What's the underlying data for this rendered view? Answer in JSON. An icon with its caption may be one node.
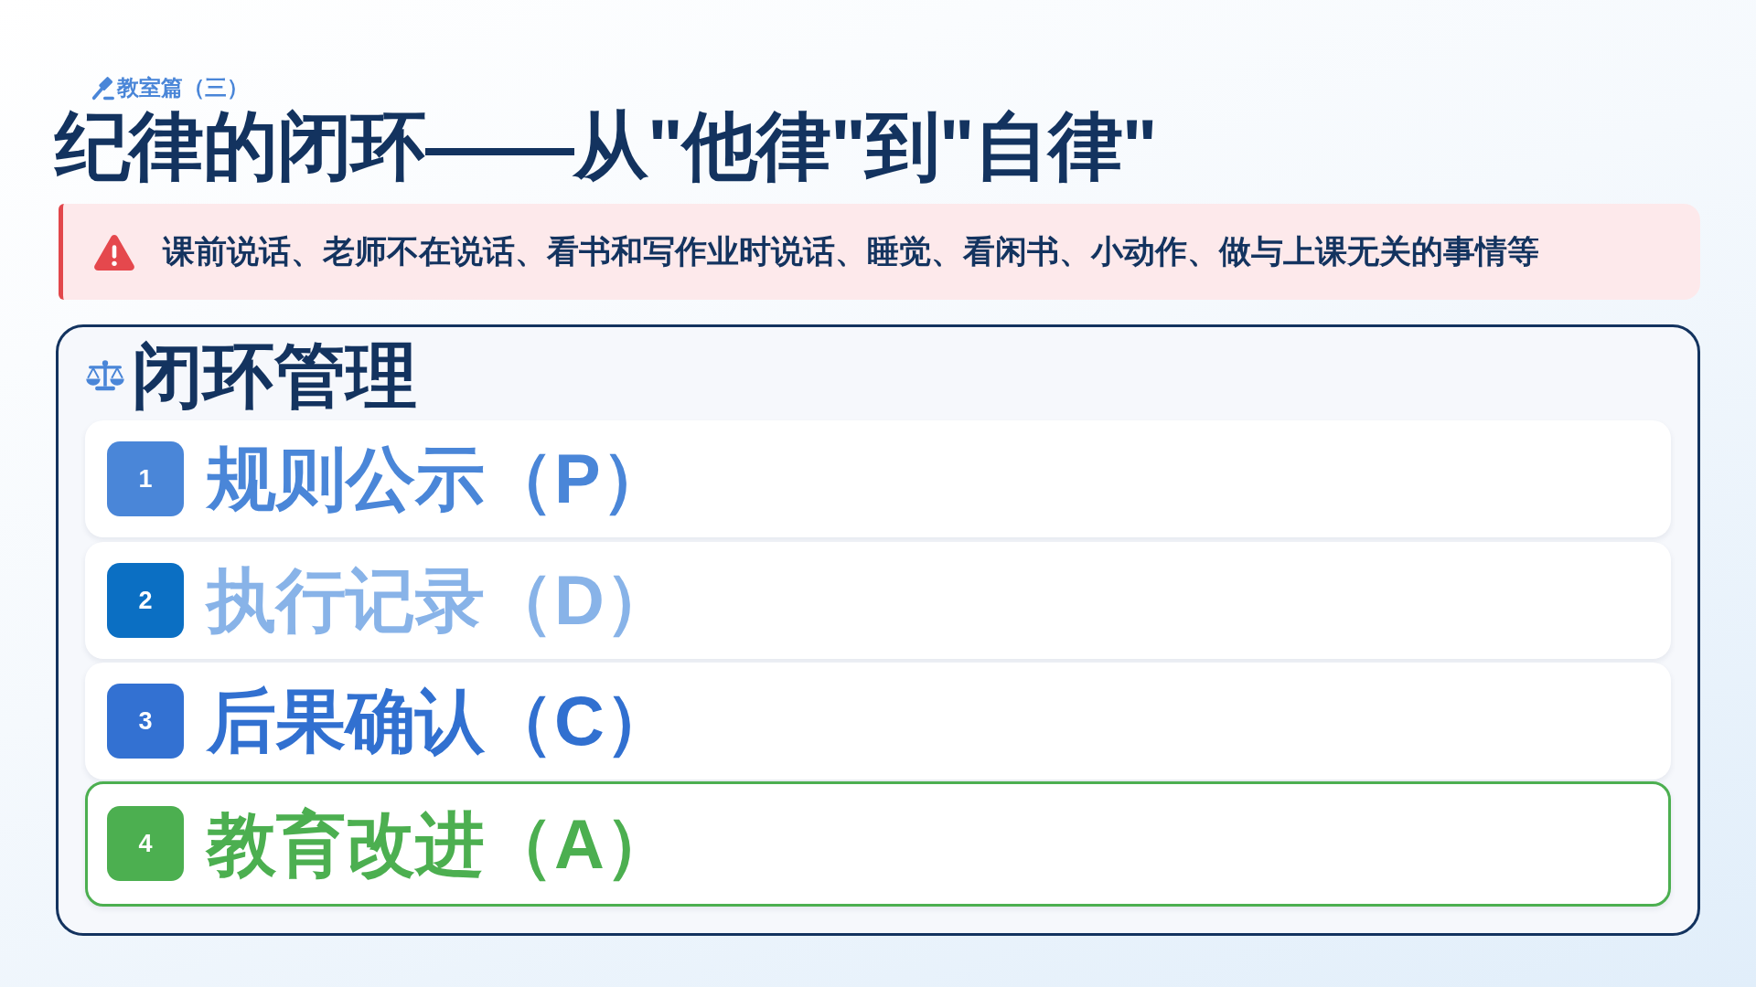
{
  "diagram": {
    "title": "纪律的闭环——从\"他律\"到\"自律\"",
    "nodes": [
      {
        "text": [
          "课前说话、老师不在说话、看书和写作业时说话、睡觉、看闲书、小动作、做与上课无关的事情等"
        ]
      },
      {
        "text": [
          "闭环管理"
        ]
      },
      {
        "text": [
          "规则公示（P）"
        ],
        "in": 1
      },
      {
        "text": [
          "1"
        ],
        "in": 2
      },
      {
        "text": [
          "执行记录（D）"
        ],
        "in": 1
      },
      {
        "text": [
          "2"
        ],
        "in": 4
      },
      {
        "text": [
          "后果确认（C）"
        ],
        "in": 1
      },
      {
        "text": [
          "3"
        ],
        "in": 6
      },
      {
        "text": [
          "教育改进（A）"
        ],
        "in": 1
      },
      {
        "text": [
          "4"
        ],
        "in": 8
      }
    ],
    "labels": [
      "教室篇（三）"
    ]
  }
}
